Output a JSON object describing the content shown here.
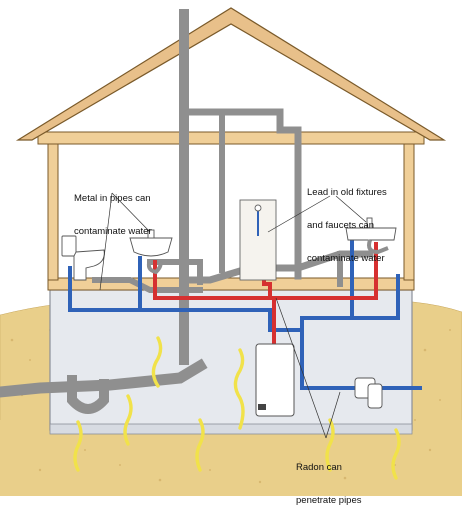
{
  "callouts": {
    "metal": {
      "line1": "Metal in pipes can",
      "line2": "contaminate water"
    },
    "lead": {
      "line1": "Lead in old fixtures",
      "line2": "and faucets can",
      "line3": "contaminate water"
    },
    "radon": {
      "line1": "Radon can",
      "line2": "penetrate pipes"
    }
  },
  "colors": {
    "roof_wood": "#e8c08a",
    "roof_outline": "#7a5a2a",
    "wall_wood": "#f0cf98",
    "drain_pipe": "#9a9a9a",
    "hot_water": "#d63030",
    "cold_water": "#2f62b8",
    "soil": "#e9cf8a",
    "basement": "#e6e9ee",
    "radon": "#f1e24a"
  }
}
